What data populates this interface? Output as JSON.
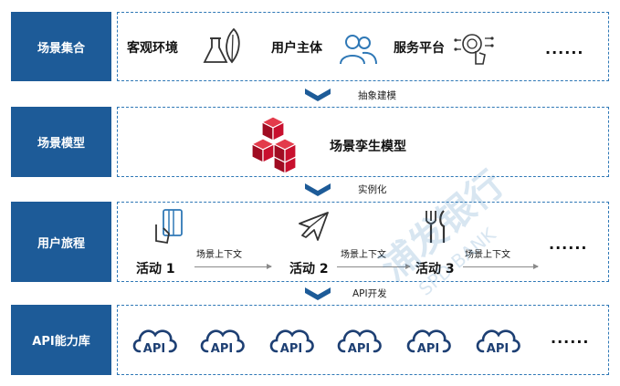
{
  "rows": {
    "scene_set": {
      "label": "场景集合",
      "items": [
        "客观环境",
        "用户主体",
        "服务平台"
      ],
      "more": "......"
    },
    "scene_model": {
      "label": "场景模型",
      "title": "场景孪生模型"
    },
    "user_journey": {
      "label": "用户旅程",
      "activities": [
        "活动 1",
        "活动 2",
        "活动 3"
      ],
      "context": [
        "场景上下文",
        "场景上下文",
        "场景上下文"
      ],
      "more": "......"
    },
    "api_lib": {
      "label": "API能力库",
      "api_label": "API",
      "more": "......"
    }
  },
  "connectors": [
    "抽象建模",
    "实例化",
    "API开发"
  ],
  "watermark": {
    "text": "浦发银行",
    "latin": "SPD BANK"
  },
  "colors": {
    "label_bg": "#1d5b98",
    "accent": "#2f78b6",
    "cube_red": "#c8102e"
  }
}
